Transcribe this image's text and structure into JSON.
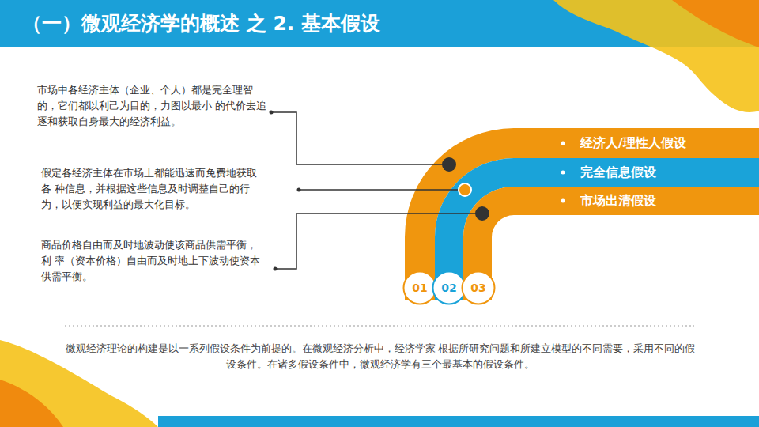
{
  "diagram": {
    "title": "（一）微观经济学的概述 之 2. 基本假设",
    "caption": "微观经济理论的构建是以一系列假设条件为前提的。在微观经济分析中，经济学家 根据所研究问题和所建立模型的不同需要，采用不同的假设条件。在诸多假设条件中，微观经济学有三个最基本的假设条件。",
    "nodes": [
      {
        "text": [
          "经济人/理性人假设"
        ]
      },
      {
        "text": [
          "完全信息假设"
        ]
      },
      {
        "text": [
          "市场出清假设"
        ]
      },
      {
        "text": [
          "01"
        ]
      },
      {
        "text": [
          "02"
        ]
      },
      {
        "text": [
          "03"
        ]
      }
    ],
    "labels": [
      "市场中各经济主体（企业、个人）都是完全理智的，它们都以利己为目的，力图以最小 的代价去追逐和获取自身最大的经济利益。",
      "假定各经济主体在市场上都能迅速而免费地获取各 种信息，并根据这些信息及时调整自己的行为，以便实现利益的最大化目标。",
      "商品价格自由而及时地波动使该商品供需平衡，利 率（资本价格）自由而及时地上下波动使资本供需平衡。"
    ]
  }
}
